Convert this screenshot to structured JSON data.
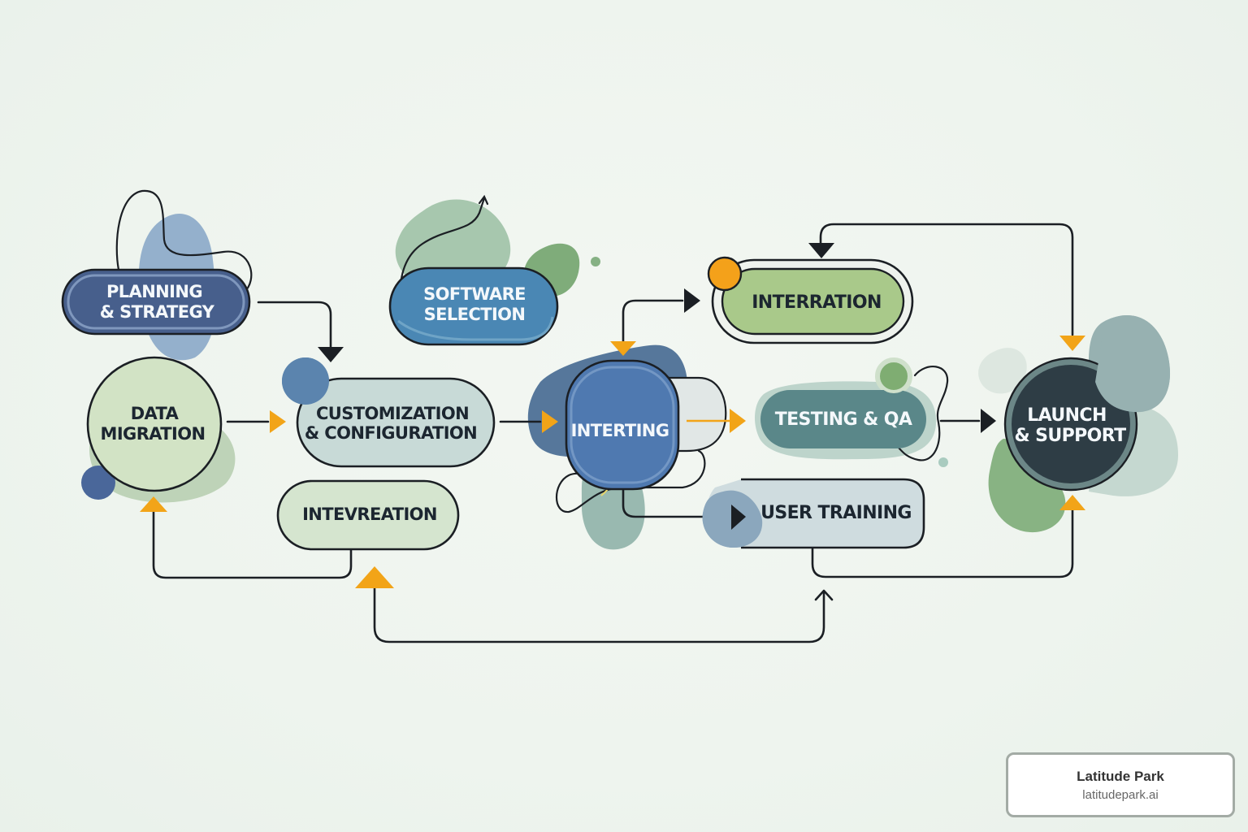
{
  "diagram": {
    "type": "process-flow",
    "nodes": {
      "planning": {
        "line1": "PLANNING",
        "line2": "& STRATEGY",
        "shape": "pill",
        "fill": "#475f8c"
      },
      "software": {
        "line1": "SOFTWARE",
        "line2": "SELECTION",
        "shape": "pill",
        "fill": "#4a87b4"
      },
      "interration": {
        "line1": "INTERRATION",
        "shape": "pill",
        "fill": "#a9c98a"
      },
      "data_migration": {
        "line1": "DATA",
        "line2": "MIGRATION",
        "shape": "circle",
        "fill": "#d2e3c5"
      },
      "customization": {
        "line1": "CUSTOMIZATION",
        "line2": "& CONFIGURATION",
        "shape": "pill",
        "fill": "#c8dad7"
      },
      "interting": {
        "line1": "INTERTING",
        "shape": "rounded-square",
        "fill": "#4f79b0"
      },
      "testing": {
        "line1": "TESTING & QA",
        "shape": "pill",
        "fill": "#5a8789"
      },
      "launch": {
        "line1": "LAUNCH",
        "line2": "& SUPPORT",
        "shape": "circle",
        "fill": "#2e3d45"
      },
      "intevreation": {
        "line1": "INTEVREATION",
        "shape": "pill",
        "fill": "#d5e5cf"
      },
      "user_training": {
        "line1": "USER TRAINING",
        "shape": "rounded-rect",
        "fill": "#cfdcdf"
      }
    },
    "edges": [
      {
        "from": "planning",
        "to": "customization"
      },
      {
        "from": "data_migration",
        "to": "customization"
      },
      {
        "from": "customization",
        "to": "interting"
      },
      {
        "from": "interting",
        "to": "interration"
      },
      {
        "from": "interting",
        "to": "testing"
      },
      {
        "from": "interting",
        "to": "user_training"
      },
      {
        "from": "testing",
        "to": "launch"
      },
      {
        "from": "launch",
        "to": "interration"
      },
      {
        "from": "user_training",
        "to": "launch"
      },
      {
        "from": "intevreation",
        "to": "data_migration"
      },
      {
        "from": "user_training",
        "to": "intevreation"
      }
    ],
    "colors": {
      "accent_arrow": "#f2a418",
      "connector": "#1b1f24",
      "background": "#eef4ee"
    }
  },
  "watermark": {
    "title": "Latitude Park",
    "url": "latitudepark.ai"
  }
}
